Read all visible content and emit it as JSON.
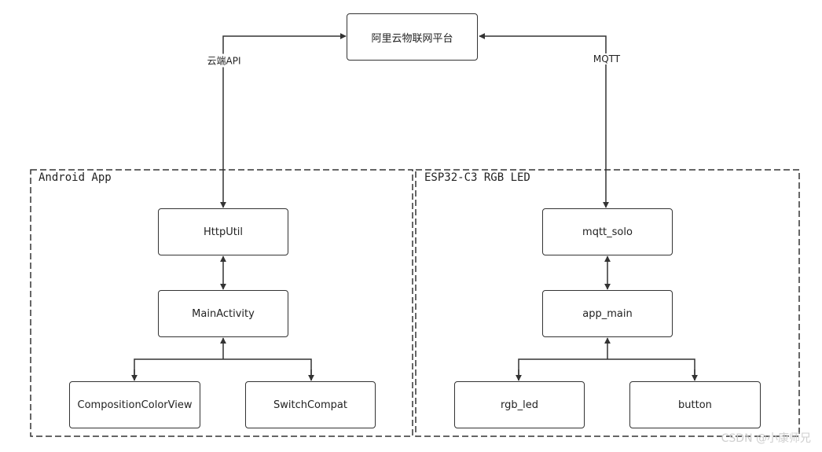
{
  "cloud": {
    "label": "阿里云物联网平台"
  },
  "edges": {
    "left_label": "云端API",
    "right_label": "MQTT"
  },
  "groups": {
    "android": {
      "title": "Android App",
      "nodes": {
        "http": "HttpUtil",
        "main": "MainActivity",
        "color_view": "CompositionColorView",
        "switch": "SwitchCompat"
      }
    },
    "esp": {
      "title": "ESP32-C3 RGB LED",
      "nodes": {
        "mqtt": "mqtt_solo",
        "app": "app_main",
        "led": "rgb_led",
        "button": "button"
      }
    }
  },
  "watermark": "CSDN @小康师兄",
  "colors": {
    "stroke": "#333333",
    "watermark": "#cfcfcf"
  }
}
